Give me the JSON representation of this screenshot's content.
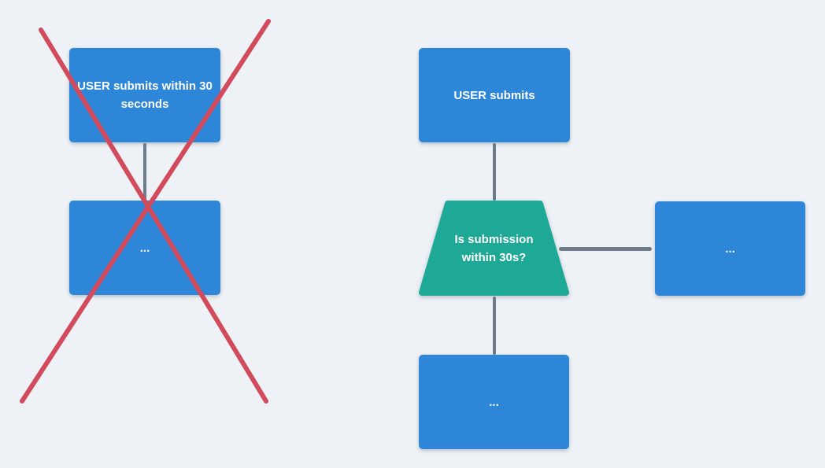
{
  "colors": {
    "background": "#EEF2F6",
    "node_blue": "#2E86D8",
    "decision_teal": "#1EA896",
    "connector_gray": "#6C7A89",
    "cross_red": "#D14B5C",
    "node_text": "#FFFFFF"
  },
  "left_flow": {
    "top_node": {
      "text": "USER submits within 30 seconds"
    },
    "bottom_node": {
      "text": "..."
    },
    "cross_icon": "red-x-crossout"
  },
  "right_flow": {
    "top_node": {
      "text": "USER submits"
    },
    "decision_node": {
      "text": "Is submission within 30s?"
    },
    "side_node": {
      "text": "..."
    },
    "bottom_node": {
      "text": "..."
    }
  }
}
